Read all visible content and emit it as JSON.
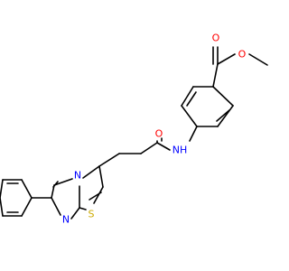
{
  "molecule": {
    "atoms": [
      {
        "id": "O_ester",
        "symbol": "O",
        "color": "#ff0000"
      },
      {
        "id": "O_carbonyl_ester",
        "symbol": "O",
        "color": "#ff0000"
      },
      {
        "id": "O_amide",
        "symbol": "O",
        "color": "#ff0000"
      },
      {
        "id": "NH_amide",
        "symbol": "NH",
        "color": "#0000ff"
      },
      {
        "id": "N_ring",
        "symbol": "N",
        "color": "#0000ff"
      },
      {
        "id": "N_imine",
        "symbol": "N",
        "color": "#0000ff"
      },
      {
        "id": "S_ring",
        "symbol": "S",
        "color": "#ccaa00"
      }
    ],
    "colors": {
      "bond": "#000000",
      "oxygen": "#ff0000",
      "nitrogen": "#0000ff",
      "sulfur": "#ccaa00"
    }
  }
}
